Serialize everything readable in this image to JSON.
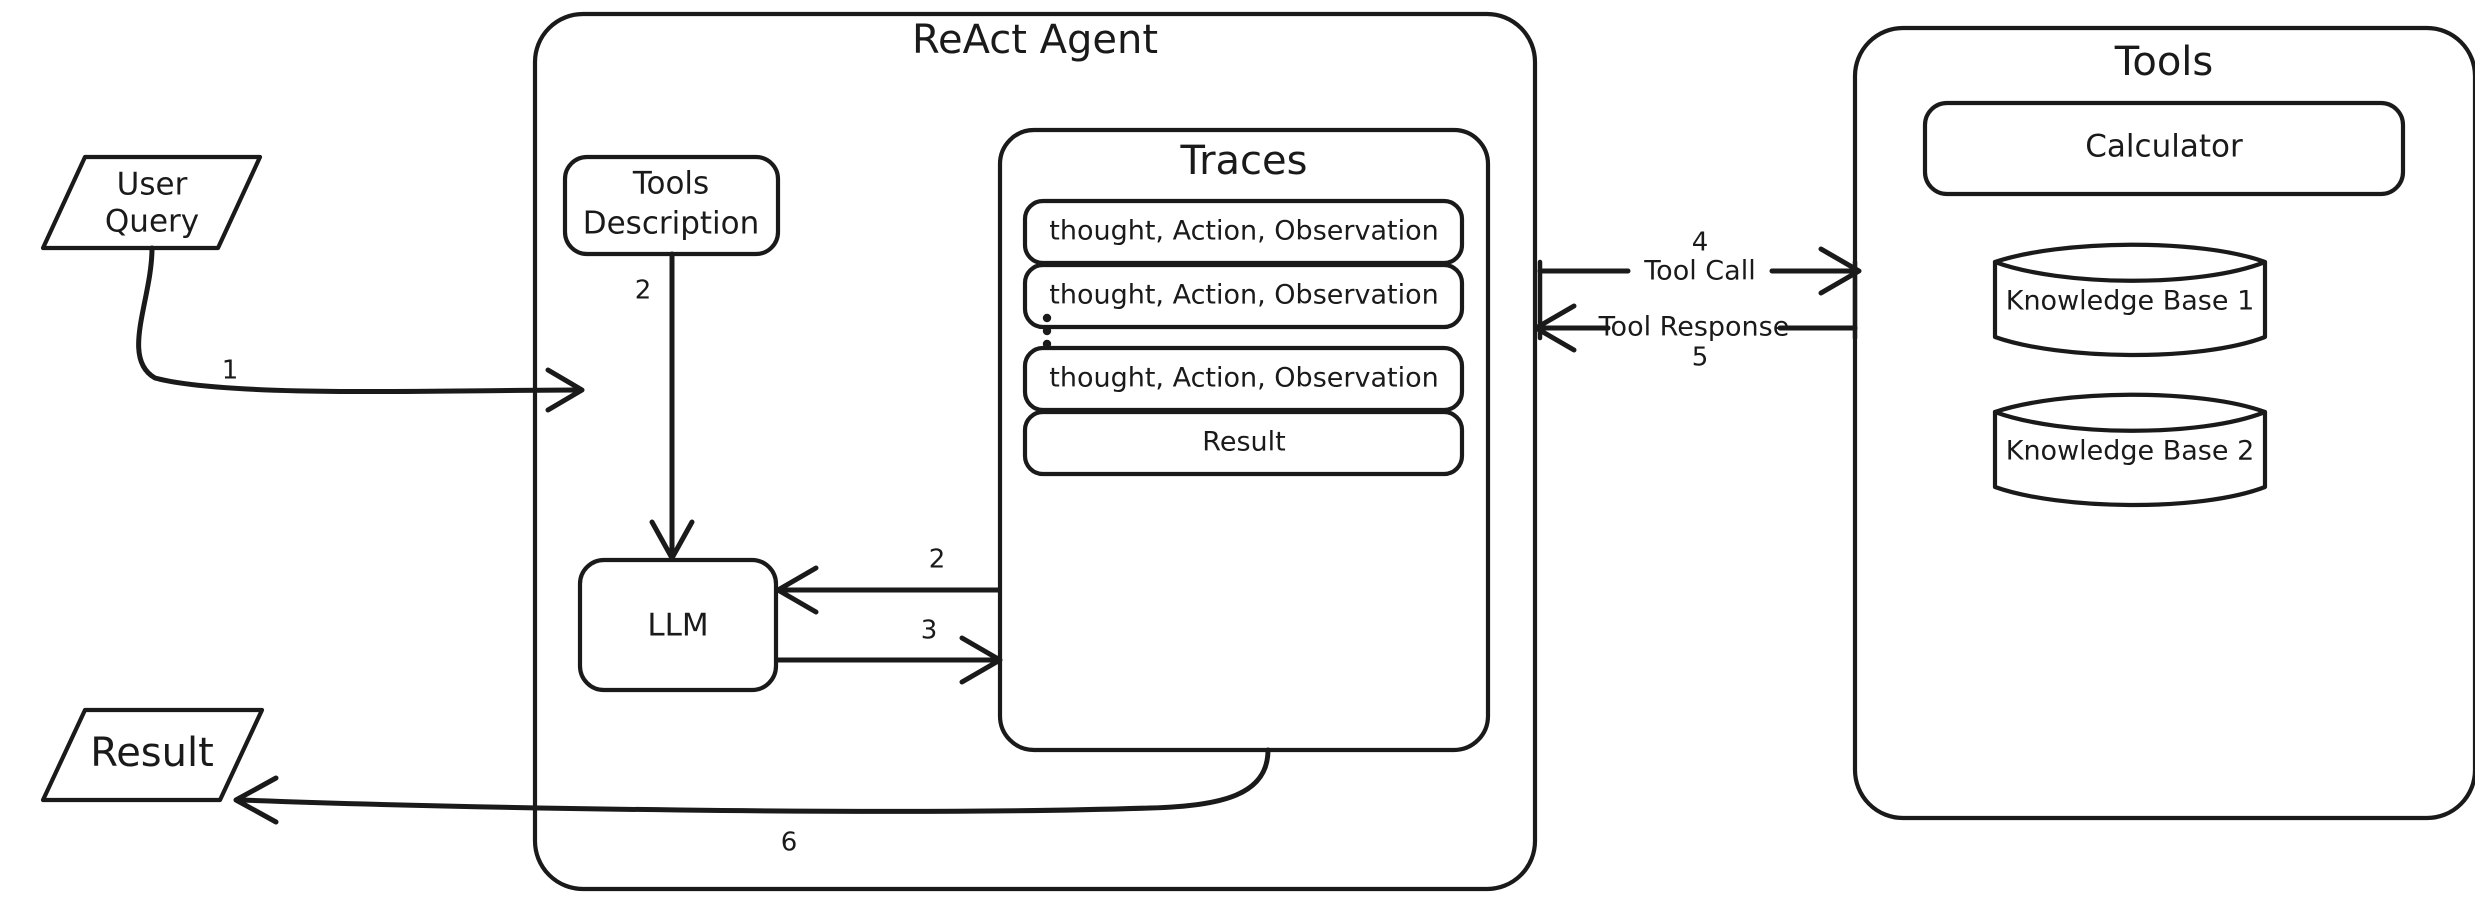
{
  "diagram": {
    "title": "ReAct Agent architecture flow",
    "background": "#ffffff"
  },
  "colors": {
    "container_fill": "#e3f2fd",
    "green_fill": "#b9f6ca",
    "yellow_fill": "#ffe99a",
    "yellow_item_fill": "#ffe99a",
    "pink_fill": "#ffcdc8",
    "cylinder_fill": "#fbeeea",
    "stroke": "#1a1a1a"
  },
  "left": {
    "user_query": "User\nQuery",
    "user_query_line1": "User",
    "user_query_line2": "Query",
    "result": "Result"
  },
  "agent": {
    "title": "ReAct Agent",
    "tools_description_line1": "Tools",
    "tools_description_line2": "Description",
    "llm": "LLM",
    "traces": {
      "title": "Traces",
      "items": [
        "thought, Action, Observation",
        "thought, Action, Observation",
        "thought, Action, Observation"
      ],
      "ellipsis": "⋮",
      "result_item": "Result"
    }
  },
  "tools": {
    "title": "Tools",
    "calculator": "Calculator",
    "knowledge_bases": [
      "Knowledge Base 1",
      "Knowledge Base 2"
    ]
  },
  "edges": {
    "user_query_to_llm": "1",
    "tools_desc_to_llm": "2",
    "traces_to_llm": "2",
    "llm_to_traces": "3",
    "tool_call_number": "4",
    "tool_call_label": "Tool Call",
    "tool_response_label": "Tool Response",
    "tool_response_number": "5",
    "traces_to_result": "6"
  }
}
